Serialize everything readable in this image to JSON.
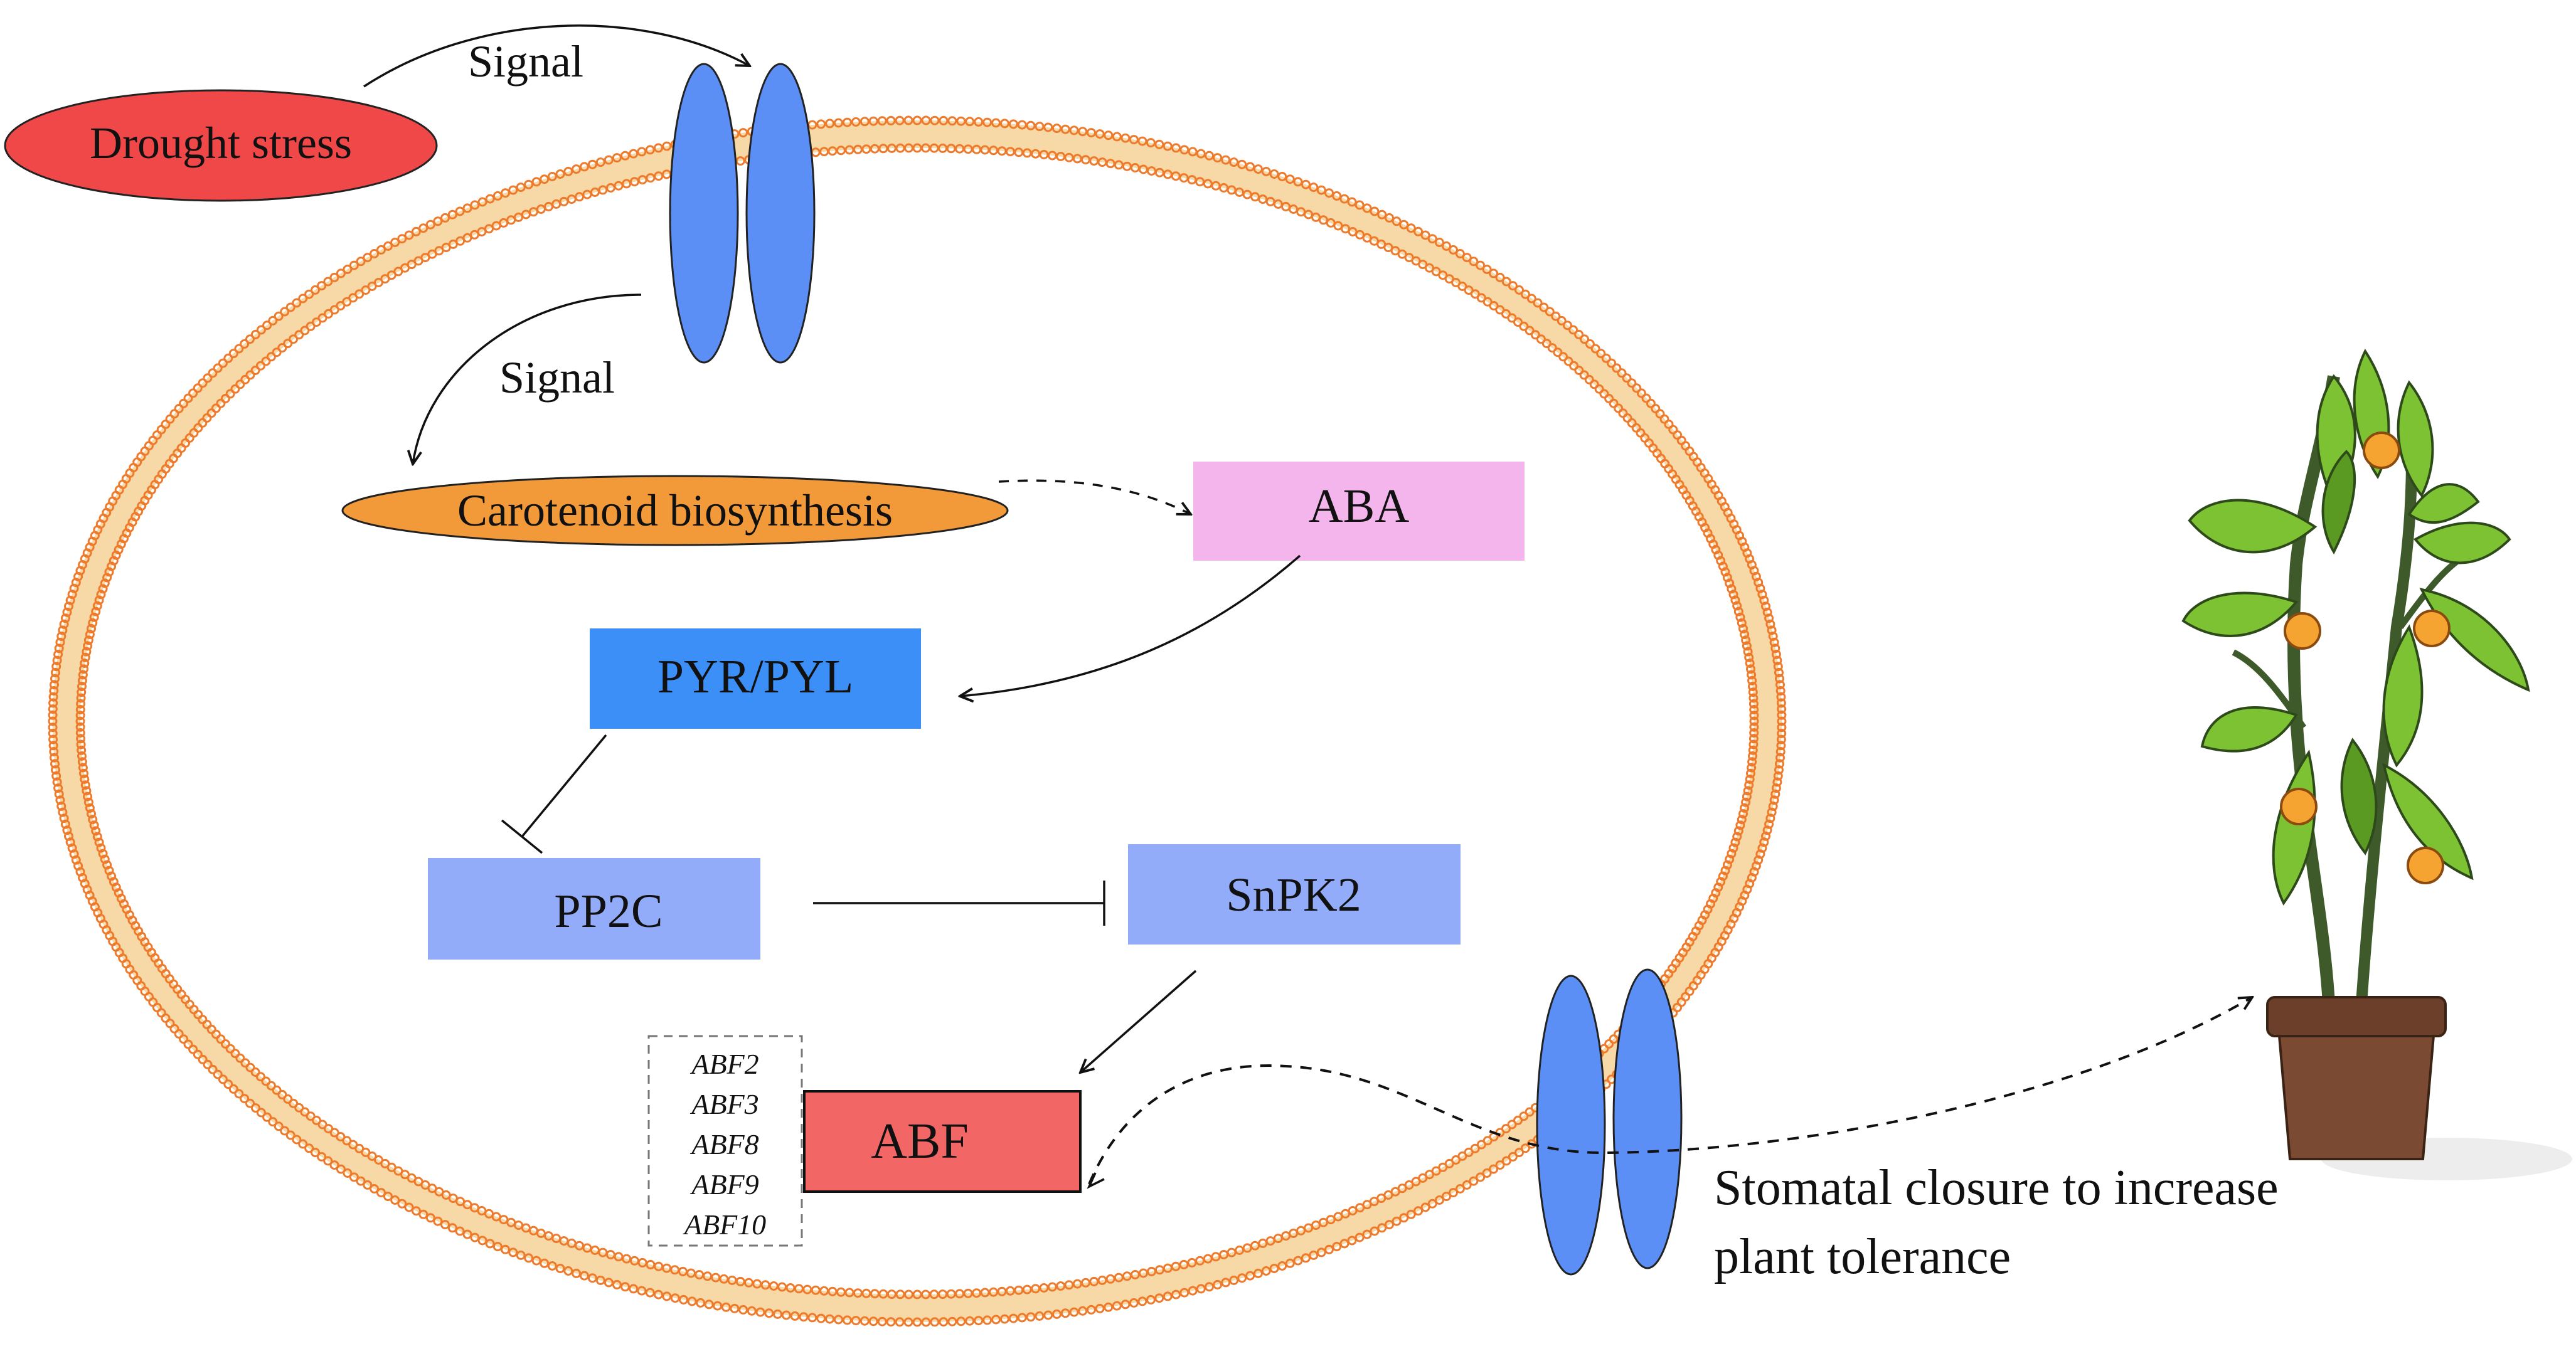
{
  "nodes": {
    "drought_stress": "Drought stress",
    "carotenoid_biosynthesis": "Carotenoid  biosynthesis",
    "aba": "ABA",
    "pyr_pyl": "PYR/PYL",
    "pp2c": "PP2C",
    "snpk2": "SnPK2",
    "abf": "ABF"
  },
  "abf_genes": [
    "ABF2",
    "ABF3",
    "ABF8",
    "ABF9",
    "ABF10"
  ],
  "edge_labels": {
    "signal_in": "Signal",
    "signal_inside": "Signal"
  },
  "outcome": {
    "line1": "Stomatal closure to increase",
    "line2": "plant tolerance"
  },
  "colors": {
    "drought_stress": "#F04848",
    "carotenoid": "#F2993A",
    "aba": "#F4B4EC",
    "pyr_pyl": "#3B8FF7",
    "pp2c": "#93ACFA",
    "snpk2": "#93ACFA",
    "abf": "#F26666",
    "channel": "#5B8FF6",
    "membrane_fill": "#F7D9A8",
    "membrane_bead": "#EE7A2C",
    "leaf": "#7CC233",
    "leaf_dark": "#5A9A22",
    "fruit": "#F5A331",
    "pot": "#7A4A32",
    "pot_rim": "#6B3F2A"
  }
}
